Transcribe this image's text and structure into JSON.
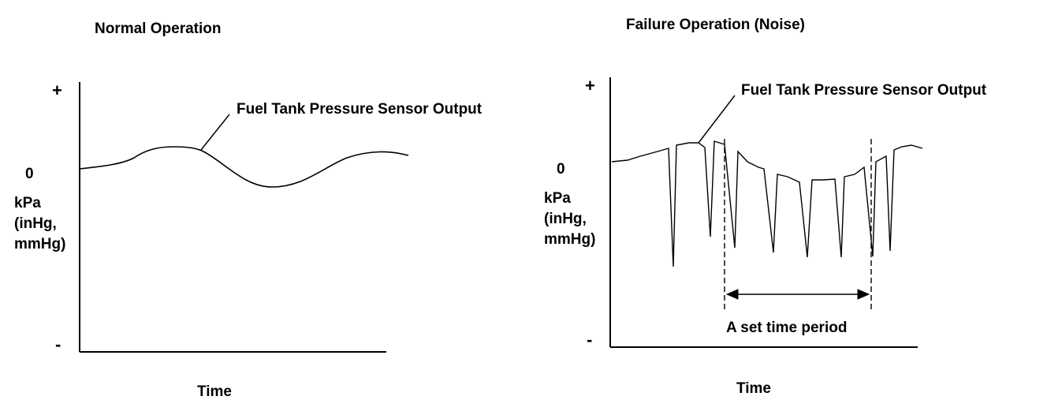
{
  "colors": {
    "background": "#ffffff",
    "ink": "#000000"
  },
  "left_chart": {
    "title": "Normal Operation",
    "y_plus": "+",
    "y_zero": "0",
    "y_minus": "-",
    "y_unit_lines": [
      "kPa",
      "(inHg,",
      "mmHg)"
    ],
    "x_label": "Time",
    "curve_label": "Fuel Tank Pressure Sensor Output"
  },
  "right_chart": {
    "title": "Failure Operation (Noise)",
    "y_plus": "+",
    "y_zero": "0",
    "y_minus": "-",
    "y_unit_lines": [
      "kPa",
      "(inHg,",
      "mmHg)"
    ],
    "x_label": "Time",
    "curve_label": "Fuel Tank Pressure Sensor Output",
    "period_label": "A set time period"
  }
}
